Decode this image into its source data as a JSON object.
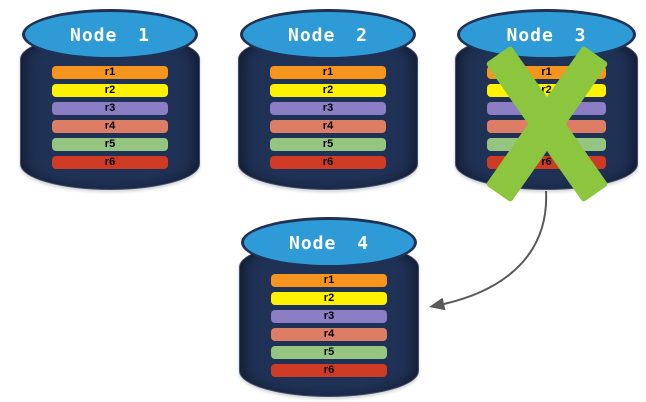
{
  "diagram": {
    "description": "Four database nodes each replicating rows r1-r6; Node 3 is failed (crossed out) and its data is redirected to Node 4",
    "nodes": [
      {
        "label": "Node 1",
        "failed": false,
        "rows": [
          "r1",
          "r2",
          "r3",
          "r4",
          "r5",
          "r6"
        ]
      },
      {
        "label": "Node 2",
        "failed": false,
        "rows": [
          "r1",
          "r2",
          "r3",
          "r4",
          "r5",
          "r6"
        ]
      },
      {
        "label": "Node 3",
        "failed": true,
        "rows": [
          "r1",
          "r2",
          "r3",
          "r4",
          "r5",
          "r6"
        ]
      },
      {
        "label": "Node 4",
        "failed": false,
        "rows": [
          "r1",
          "r2",
          "r3",
          "r4",
          "r5",
          "r6"
        ]
      }
    ],
    "row_colors": {
      "r1": "#F6951D",
      "r2": "#FEF200",
      "r3": "#8B7EC4",
      "r4": "#DE7D66",
      "r5": "#95C581",
      "r6": "#CE3A24"
    },
    "colors": {
      "cylinder_body": "#1F3155",
      "cylinder_top": "#2E9BD6",
      "failure_x": "#8CC63E",
      "arrow": "#595959"
    },
    "arrow": {
      "from": "Node 3",
      "to": "Node 4"
    }
  }
}
